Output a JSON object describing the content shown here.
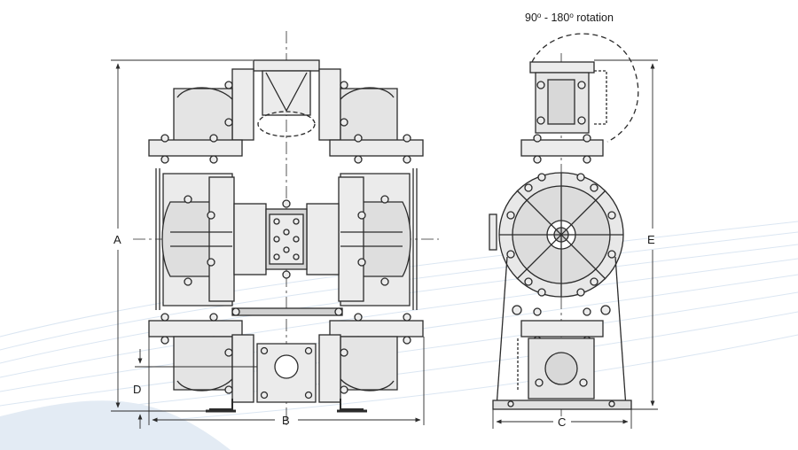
{
  "rotation_note": {
    "start_value": "90",
    "start_unit": "o",
    "separator": " - 180",
    "end_unit": "o",
    "suffix": " rotation"
  },
  "dimension_labels": {
    "a": "A",
    "b": "B",
    "c": "C",
    "d": "D",
    "e": "E"
  },
  "colors": {
    "line": "#2b2b2b",
    "fill": "#e9e9e9",
    "fill_dark": "#cfcfcf",
    "swoosh": "#dbe6f2"
  }
}
